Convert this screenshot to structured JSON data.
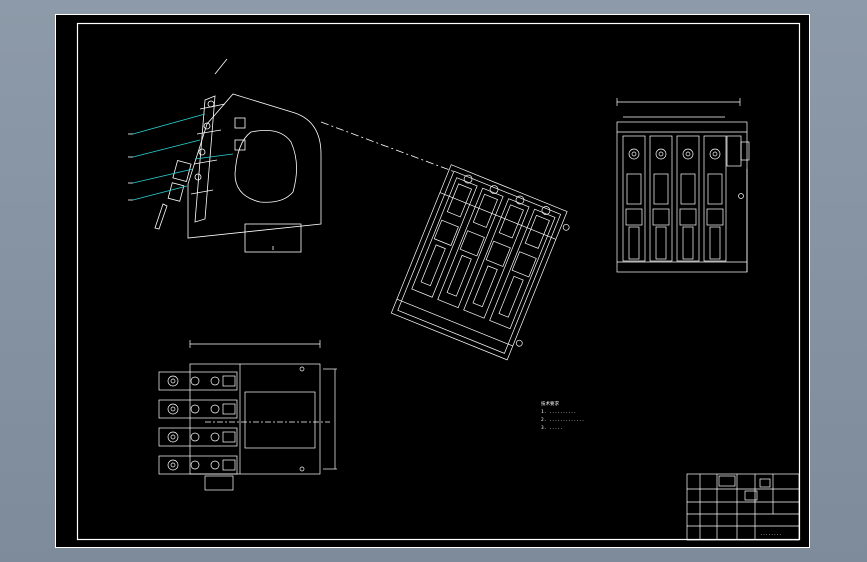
{
  "drawing": {
    "background_color": "#000000",
    "line_color": "#ffffff",
    "leader_color": "#2ad4d4",
    "viewport_bg": "#8593a2"
  },
  "views": [
    {
      "id": "side-view",
      "leaders": 4
    },
    {
      "id": "rotated-assembly",
      "cylinders": 4
    },
    {
      "id": "front-view",
      "cylinders": 4
    },
    {
      "id": "top-view",
      "grippers": 4
    }
  ],
  "notes": {
    "lines": [
      "技术要求",
      "1. ..........",
      "2. .............",
      "3. ....."
    ]
  },
  "title_block": {
    "drawing_number": "........"
  }
}
